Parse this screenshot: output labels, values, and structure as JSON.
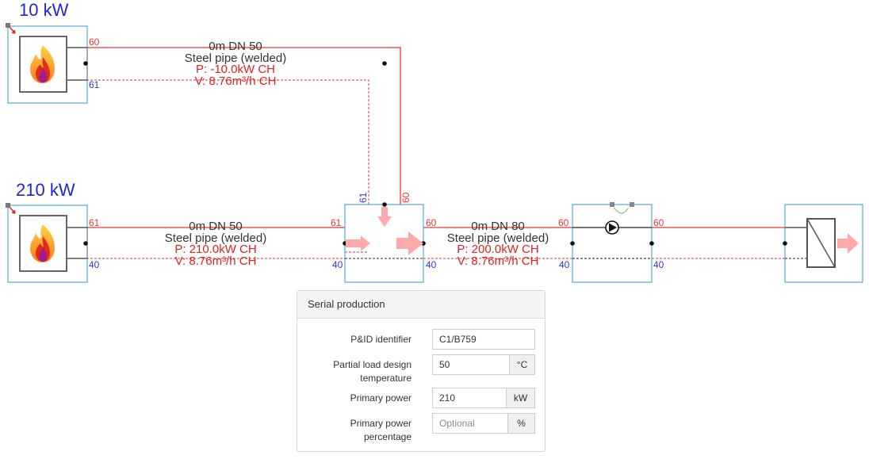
{
  "sources": [
    {
      "power": "10 kW",
      "supply_port": "60",
      "return_port": "61"
    },
    {
      "power": "210 kW",
      "supply_port": "61",
      "return_port": "40"
    }
  ],
  "pipes": [
    {
      "length": "0m DN 50",
      "material": "Steel pipe (welded)",
      "power": "P: -10.0kW CH",
      "flow": "V: 8.76m³/h CH"
    },
    {
      "length": "0m DN 50",
      "material": "Steel pipe (welded)",
      "power": "P: 210.0kW CH",
      "flow": "V: 8.76m³/h CH"
    },
    {
      "length": "0m DN 80",
      "material": "Steel pipe (welded)",
      "power": "P: 200.0kW CH",
      "flow": "V: 8.76m³/h CH"
    }
  ],
  "mixer": {
    "in_left_supply": "61",
    "in_left_return": "40",
    "top_return": "61",
    "top_supply": "60",
    "out_supply": "60",
    "out_return": "40"
  },
  "pump_unit": {
    "in_supply": "60",
    "in_return": "40",
    "out_supply": "60",
    "out_return": "40"
  },
  "colors": {
    "supply": "#ee3333",
    "return": "#e06060",
    "port_supply": "#ee3333",
    "port_return": "#3333dd",
    "box_border": "#3399cc",
    "arrow": "#ffaaaa"
  },
  "icons": {
    "source": "flame-icon",
    "pump": "pump-icon",
    "consumer": "heat-exchanger-icon",
    "mixer": "mixing-arrow-icon"
  },
  "panel": {
    "title": "Serial production",
    "fields": [
      {
        "label": "P&ID identifier",
        "value": "C1/B759",
        "placeholder": "",
        "unit": ""
      },
      {
        "label": "Partial load design temperature",
        "value": "50",
        "placeholder": "",
        "unit": "°C"
      },
      {
        "label": "Primary power",
        "value": "210",
        "placeholder": "",
        "unit": "kW"
      },
      {
        "label": "Primary power percentage",
        "value": "",
        "placeholder": "Optional",
        "unit": "%"
      }
    ]
  }
}
